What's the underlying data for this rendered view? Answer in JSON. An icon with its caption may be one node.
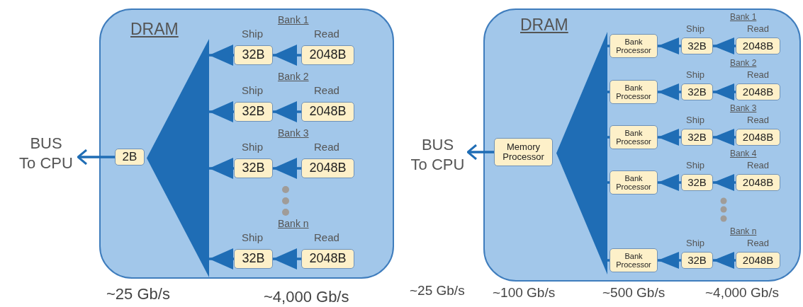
{
  "diagram": {
    "nodes": [
      {
        "text": [
          "DRAM"
        ]
      },
      {
        "text": [
          "BUS",
          "To CPU"
        ]
      },
      {
        "text": [
          "2B"
        ],
        "in": 0
      },
      {
        "text": [],
        "shape": "triangle",
        "in": 0
      },
      {
        "text": [
          "32B"
        ],
        "in": 0,
        "beside": [
          "Ship"
        ]
      },
      {
        "text": [
          "2048B"
        ],
        "in": 0,
        "beside": [
          "Bank 1",
          "Read"
        ]
      },
      {
        "text": [
          "32B"
        ],
        "in": 0,
        "beside": [
          "Ship"
        ]
      },
      {
        "text": [
          "2048B"
        ],
        "in": 0,
        "beside": [
          "Bank 2",
          "Read"
        ]
      },
      {
        "text": [
          "32B"
        ],
        "in": 0,
        "beside": [
          "Ship"
        ]
      },
      {
        "text": [
          "2048B"
        ],
        "in": 0,
        "beside": [
          "Bank 3",
          "Read"
        ]
      },
      {
        "text": [
          "32B"
        ],
        "in": 0,
        "beside": [
          "Ship"
        ]
      },
      {
        "text": [
          "2048B"
        ],
        "in": 0,
        "beside": [
          "Bank n",
          "Read"
        ]
      },
      {
        "text": [
          "DRAM"
        ]
      },
      {
        "text": [
          "BUS",
          "To CPU"
        ]
      },
      {
        "text": [
          "Memory Processor"
        ],
        "in": 12
      },
      {
        "text": [],
        "shape": "triangle",
        "in": 12
      },
      {
        "text": [
          "Bank Processor"
        ],
        "in": 12
      },
      {
        "text": [
          "32B"
        ],
        "in": 12,
        "beside": [
          "Ship"
        ]
      },
      {
        "text": [
          "2048B"
        ],
        "in": 12,
        "beside": [
          "Bank 1",
          "Read"
        ]
      },
      {
        "text": [
          "Bank Processor"
        ],
        "in": 12
      },
      {
        "text": [
          "32B"
        ],
        "in": 12,
        "beside": [
          "Ship"
        ]
      },
      {
        "text": [
          "2048B"
        ],
        "in": 12,
        "beside": [
          "Bank 2",
          "Read"
        ]
      },
      {
        "text": [
          "Bank Processor"
        ],
        "in": 12
      },
      {
        "text": [
          "32B"
        ],
        "in": 12,
        "beside": [
          "Ship"
        ]
      },
      {
        "text": [
          "2048B"
        ],
        "in": 12,
        "beside": [
          "Bank 3",
          "Read"
        ]
      },
      {
        "text": [
          "Bank Processor"
        ],
        "in": 12
      },
      {
        "text": [
          "32B"
        ],
        "in": 12,
        "beside": [
          "Ship"
        ]
      },
      {
        "text": [
          "2048B"
        ],
        "in": 12,
        "beside": [
          "Bank 4",
          "Read"
        ]
      },
      {
        "text": [
          "Bank Processor"
        ],
        "in": 12
      },
      {
        "text": [
          "32B"
        ],
        "in": 12,
        "beside": [
          "Ship"
        ]
      },
      {
        "text": [
          "2048B"
        ],
        "in": 12,
        "beside": [
          "Bank n",
          "Read"
        ]
      }
    ],
    "edges": [
      {
        "from": 2,
        "to": 1,
        "arrow": "to"
      },
      {
        "from": 5,
        "to": 4,
        "arrow": "to"
      },
      {
        "from": 4,
        "to": 3,
        "arrow": "to"
      },
      {
        "from": 7,
        "to": 6,
        "arrow": "to"
      },
      {
        "from": 6,
        "to": 3,
        "arrow": "to"
      },
      {
        "from": 9,
        "to": 8,
        "arrow": "to"
      },
      {
        "from": 8,
        "to": 3,
        "arrow": "to"
      },
      {
        "from": 11,
        "to": 10,
        "arrow": "to"
      },
      {
        "from": 10,
        "to": 3,
        "arrow": "to"
      },
      {
        "from": 14,
        "to": 13,
        "arrow": "to"
      },
      {
        "from": 18,
        "to": 17,
        "arrow": "to"
      },
      {
        "from": 17,
        "to": 16,
        "arrow": "to"
      },
      {
        "from": 16,
        "to": 15,
        "arrow": "to"
      },
      {
        "from": 21,
        "to": 20,
        "arrow": "to"
      },
      {
        "from": 20,
        "to": 19,
        "arrow": "to"
      },
      {
        "from": 19,
        "to": 15,
        "arrow": "to"
      },
      {
        "from": 24,
        "to": 23,
        "arrow": "to"
      },
      {
        "from": 23,
        "to": 22,
        "arrow": "to"
      },
      {
        "from": 22,
        "to": 15,
        "arrow": "to"
      },
      {
        "from": 27,
        "to": 26,
        "arrow": "to"
      },
      {
        "from": 26,
        "to": 25,
        "arrow": "to"
      },
      {
        "from": 25,
        "to": 15,
        "arrow": "to"
      },
      {
        "from": 30,
        "to": 29,
        "arrow": "to"
      },
      {
        "from": 29,
        "to": 28,
        "arrow": "to"
      },
      {
        "from": 28,
        "to": 15,
        "arrow": "to"
      }
    ],
    "labels": [
      "~25 Gb/s",
      "~4,000 Gb/s",
      "~25 Gb/s",
      "~100 Gb/s",
      "~500 Gb/s",
      "~4,000 Gb/s"
    ]
  }
}
